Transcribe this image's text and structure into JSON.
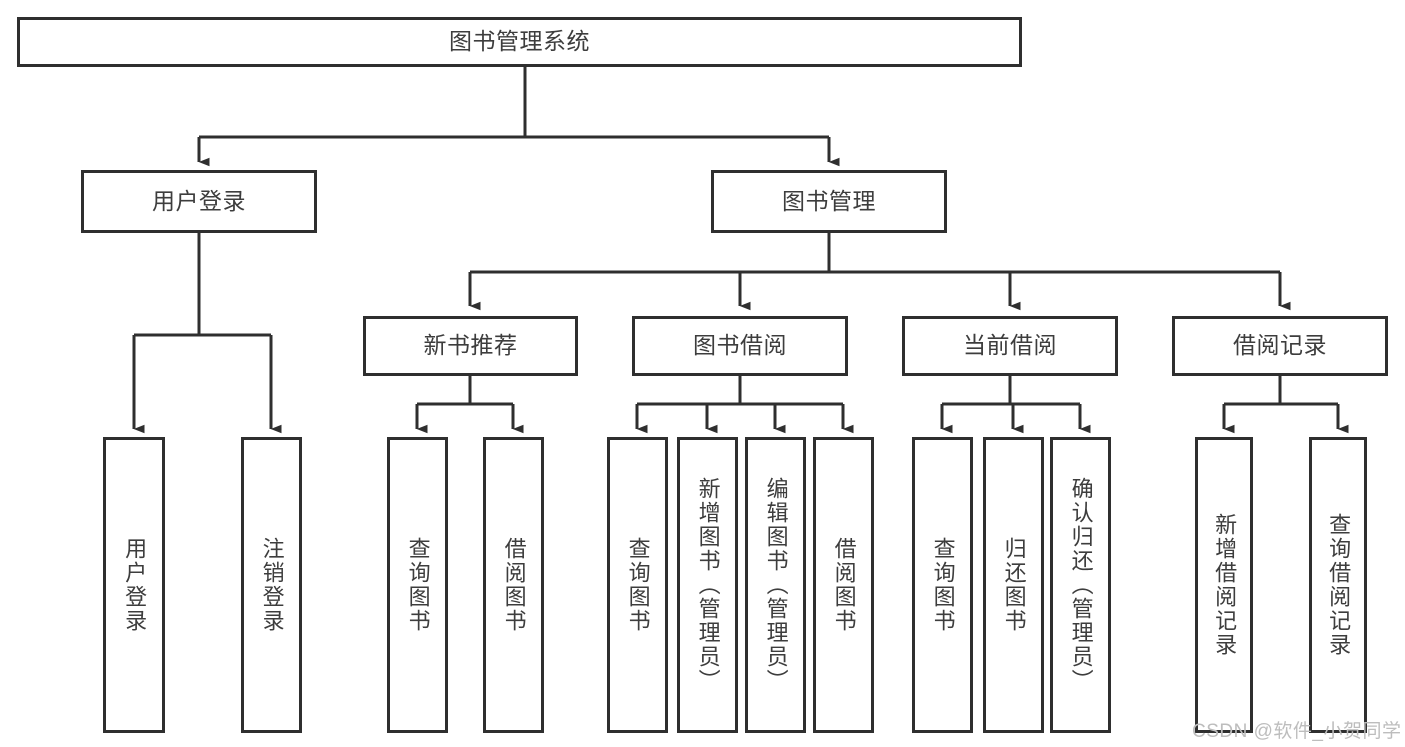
{
  "diagram": {
    "type": "tree",
    "title": "图书管理系统",
    "colors": {
      "box_border": "#2f2f2f",
      "box_fill": "#ffffff",
      "text": "#3d3d3d",
      "connector": "#2f2f2f",
      "watermark": "#bdbdbd",
      "background": "#ffffff"
    },
    "root": {
      "label": "图书管理系统"
    },
    "level2": [
      {
        "label": "用户登录"
      },
      {
        "label": "图书管理"
      }
    ],
    "level3": [
      {
        "label": "新书推荐"
      },
      {
        "label": "图书借阅"
      },
      {
        "label": "当前借阅"
      },
      {
        "label": "借阅记录"
      }
    ],
    "leaves": {
      "user_login": [
        {
          "label": "用户登录"
        },
        {
          "label": "注销登录"
        }
      ],
      "new_book_recommend": [
        {
          "label": "查询图书"
        },
        {
          "label": "借阅图书"
        }
      ],
      "book_borrow": [
        {
          "label": "查询图书"
        },
        {
          "label": "新增图书（管理员）"
        },
        {
          "label": "编辑图书（管理员）"
        },
        {
          "label": "借阅图书"
        }
      ],
      "current_borrow": [
        {
          "label": "查询图书"
        },
        {
          "label": "归还图书"
        },
        {
          "label": "确认归还（管理员）"
        }
      ],
      "borrow_record": [
        {
          "label": "新增借阅记录"
        },
        {
          "label": "查询借阅记录"
        }
      ]
    }
  },
  "watermark": {
    "text": "CSDN @软件_小贺同学"
  }
}
